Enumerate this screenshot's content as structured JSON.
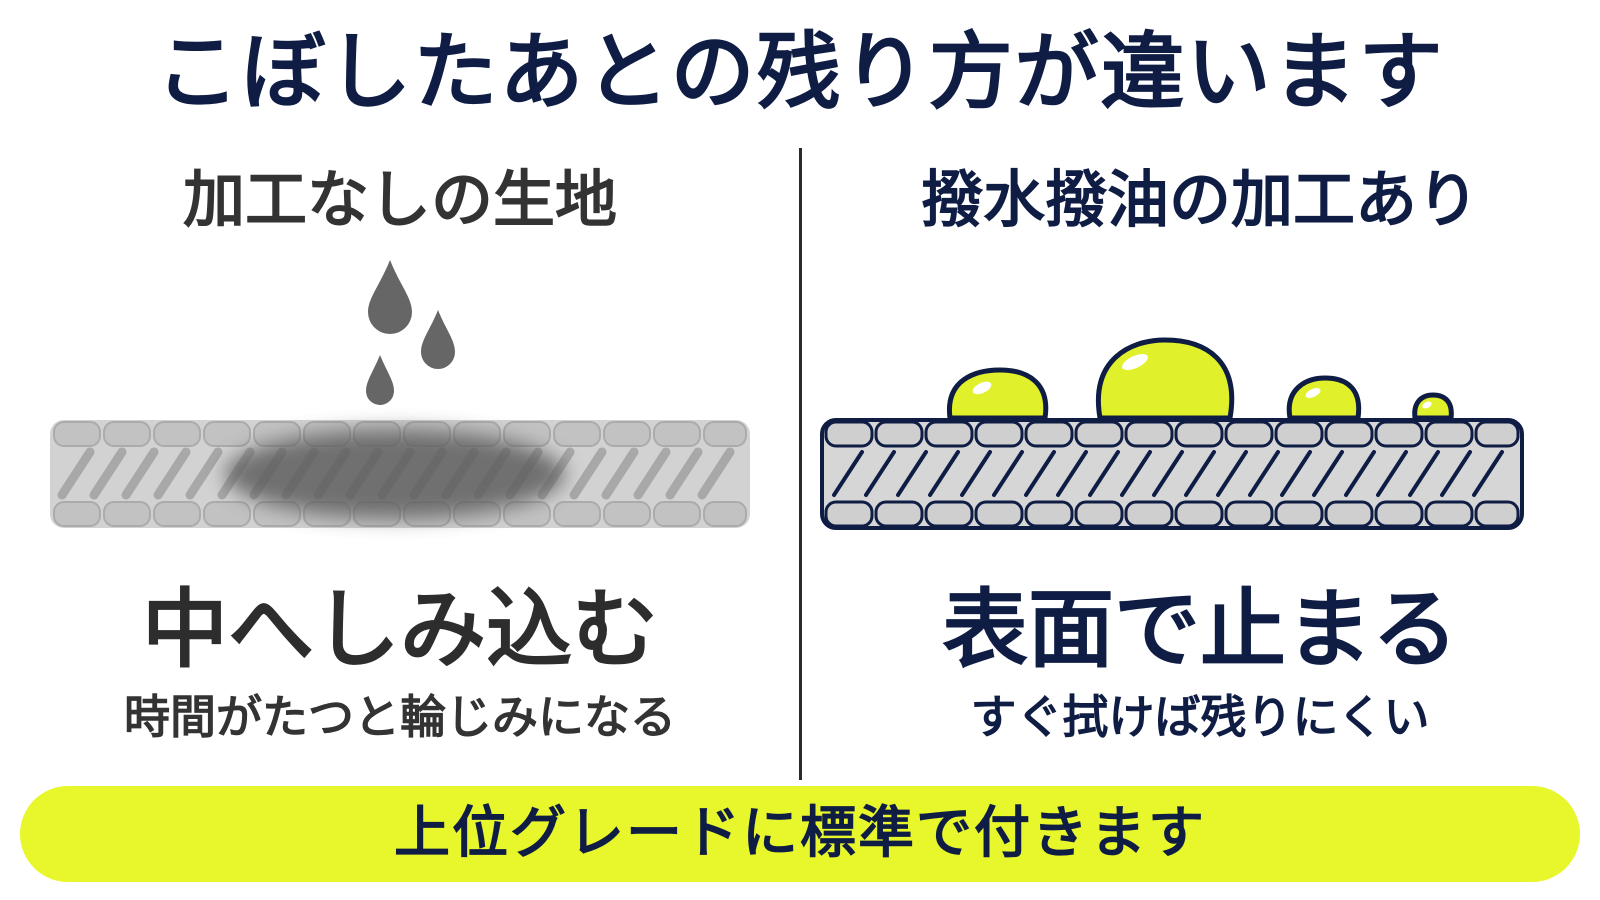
{
  "title": "こぼしたあとの残り方が違います",
  "left": {
    "heading": "加工なしの生地",
    "headline": "中へしみ込む",
    "subline": "時間がたつと輪じみになる"
  },
  "right": {
    "heading": "撥水撥油の加工あり",
    "headline": "表面で止まる",
    "subline": "すぐ拭けば残りにくい"
  },
  "banner": "上位グレードに標準で付きます",
  "colors": {
    "navy": "#0f1d44",
    "yellow": "#e8f62c",
    "fabric_gray": "#c8c8c8",
    "stain": "#5e5e5e"
  },
  "icons": [
    "water-drop-icon",
    "oil-droplet-icon"
  ]
}
